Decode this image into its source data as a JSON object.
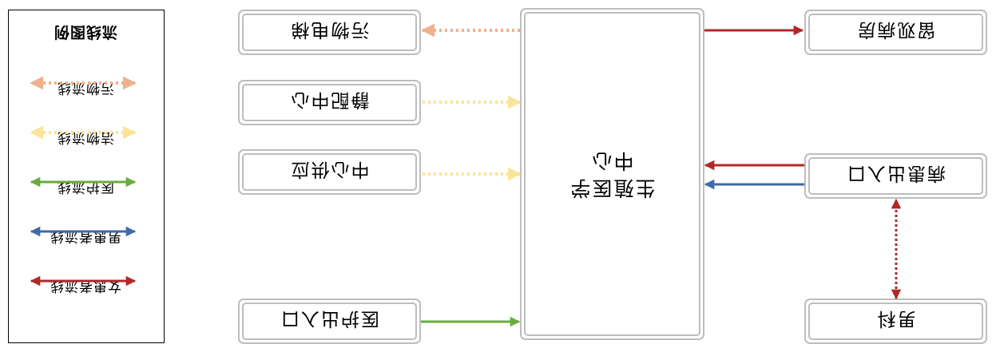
{
  "legend": {
    "title": "流线图例",
    "items": [
      {
        "label": "女患者流线",
        "color": "#b02828",
        "style": "solid"
      },
      {
        "label": "男患者流线",
        "color": "#3d6aa8",
        "style": "solid"
      },
      {
        "label": "医护流线",
        "color": "#6aab3e",
        "style": "solid"
      },
      {
        "label": "洁物流线",
        "color": "#fbe39a",
        "style": "dotted"
      },
      {
        "label": "污物流线",
        "color": "#f0b08b",
        "style": "dotted"
      }
    ]
  },
  "nodes": {
    "center_line1": "生殖医学",
    "center_line2": "中心",
    "dirty_elevator": "污物电梯",
    "dispensing_center": "静配中心",
    "supply_center": "中心供应",
    "staff_entrance": "医护出入口",
    "observation_ward": "留观病房",
    "patient_entrance": "病患出入口",
    "andrology": "男科"
  },
  "colors": {
    "female": "#b02828",
    "male": "#3d6aa8",
    "staff": "#6aab3e",
    "clean": "#fbe39a",
    "dirty": "#f0b08b",
    "box_border": "#bdbdbd"
  }
}
